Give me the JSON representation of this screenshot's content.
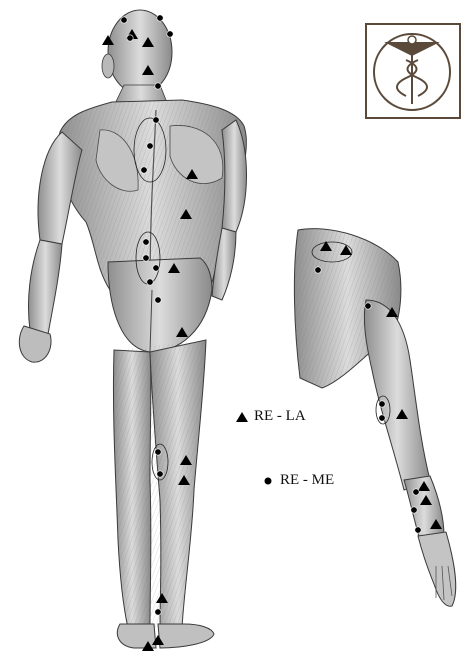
{
  "legend": {
    "triangle_label": "RE - LA",
    "dot_label": "RE - ME"
  },
  "marker_types": {
    "triangle": "lateral-marker",
    "dot": "medial-marker"
  },
  "colors": {
    "background": "#ffffff",
    "muscle_fill": "#cfcfcf",
    "muscle_shade": "#9a9a9a",
    "outline": "#3a3a3a",
    "marker": "#000000",
    "marker_center": "#ffffff"
  },
  "icons": {
    "logo": "caduceus-seal-icon"
  }
}
